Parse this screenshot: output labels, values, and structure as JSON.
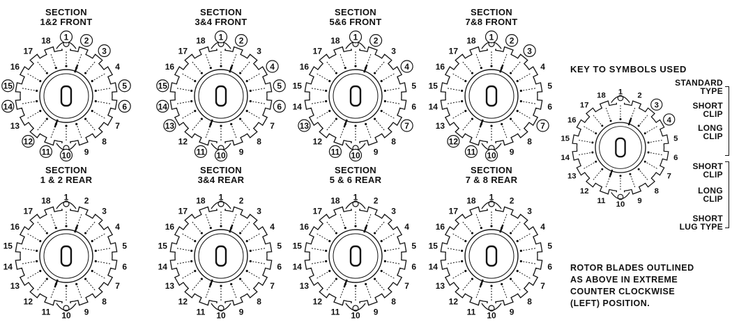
{
  "sections": [
    {
      "title": "SECTION\n1&2 FRONT",
      "circled": [
        1,
        2,
        3,
        5,
        6,
        10,
        11,
        12,
        14,
        15
      ]
    },
    {
      "title": "SECTION\n3&4 FRONT",
      "circled": [
        1,
        2,
        4,
        5,
        6,
        10,
        11,
        13,
        14,
        15
      ]
    },
    {
      "title": "SECTION\n5&6 FRONT",
      "circled": [
        1,
        2,
        4,
        7,
        10,
        11,
        13
      ]
    },
    {
      "title": "SECTION\n7&8 FRONT",
      "circled": [
        1,
        2,
        3,
        7,
        10,
        11,
        12
      ]
    },
    {
      "title": "SECTION\n1 & 2 REAR",
      "circled": []
    },
    {
      "title": "SECTION\n3&4 REAR",
      "circled": []
    },
    {
      "title": "SECTION\n5 & 6 REAR",
      "circled": []
    },
    {
      "title": "SECTION\n7 & 8 REAR",
      "circled": []
    }
  ],
  "key": {
    "title": "KEY TO SYMBOLS USED",
    "circled": [
      3,
      4
    ],
    "labels": {
      "standard_type": "STANDARD\nTYPE",
      "short_clip_1": "SHORT\nCLIP",
      "long_clip_1": "LONG\nCLIP",
      "short_clip_2": "SHORT\nCLIP",
      "long_clip_2": "LONG\nCLIP",
      "short_lug_type": "SHORT\nLUG TYPE"
    },
    "note_lines": [
      "ROTOR BLADES OUTLINED",
      "AS ABOVE IN EXTREME",
      "COUNTER CLOCKWISE",
      "(LEFT) POSITION."
    ]
  }
}
